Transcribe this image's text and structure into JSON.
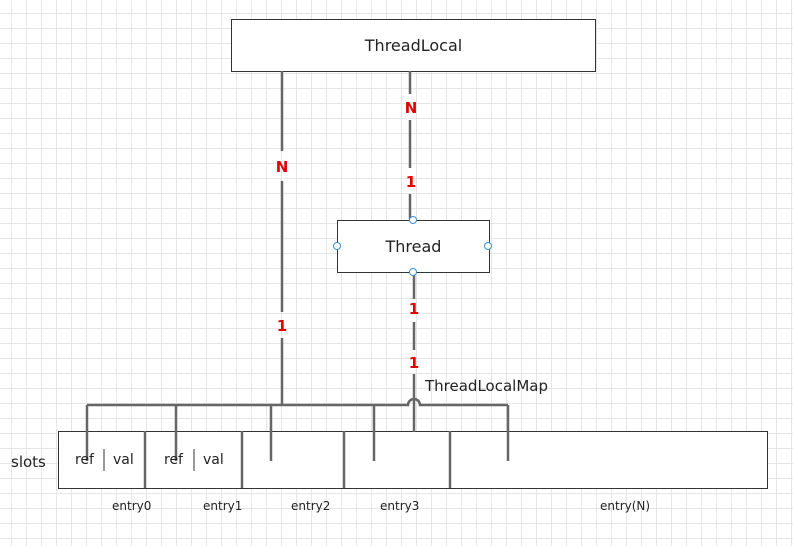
{
  "nodes": {
    "threadlocal": "ThreadLocal",
    "thread": "Thread",
    "threadlocalmap": "ThreadLocalMap",
    "slots": "slots"
  },
  "multiplicities": {
    "tl_left_top": "N",
    "tl_left_bottom": "1",
    "tl_thread_top": "N",
    "tl_thread_bottom": "1",
    "thread_map_top": "1",
    "thread_map_bottom": "1"
  },
  "cells": {
    "ref0": "ref",
    "val0": "val",
    "ref1": "ref",
    "val1": "val"
  },
  "entries": [
    "entry0",
    "entry1",
    "entry2",
    "entry3",
    "entry(N)"
  ],
  "colors": {
    "multiplicity": "#e00000",
    "line": "#666666",
    "handle": "#3b8fd6"
  }
}
